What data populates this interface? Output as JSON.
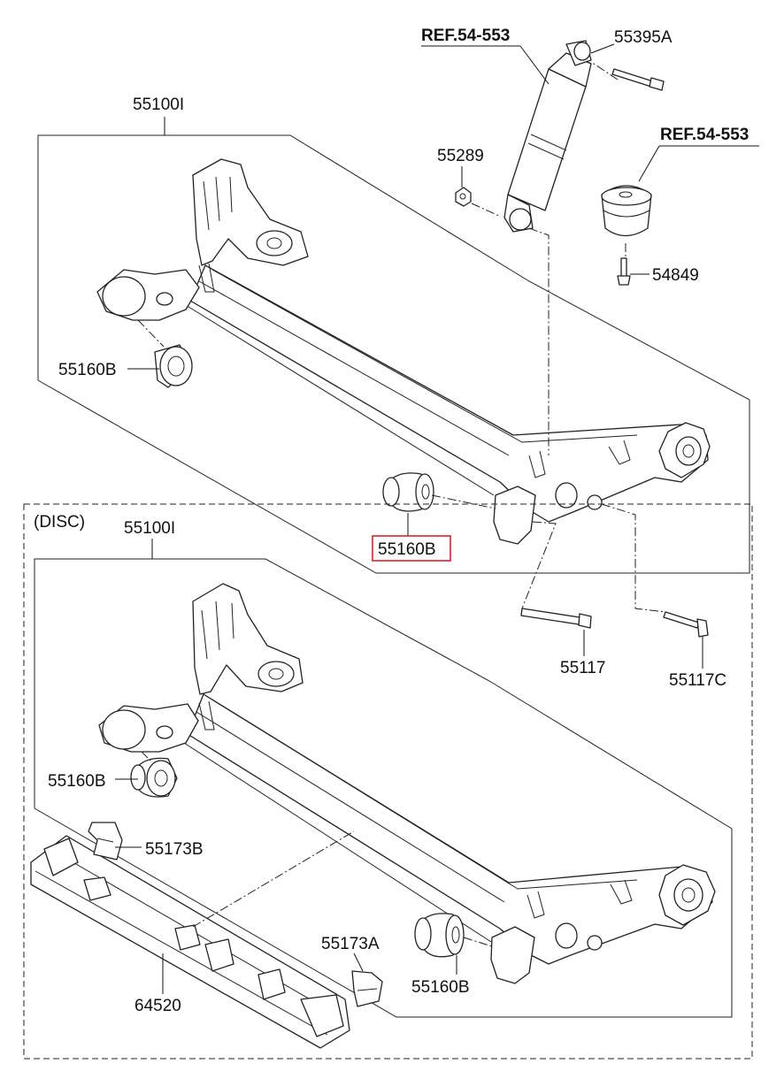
{
  "diagram": {
    "top_assembly": {
      "main_label": "55100I",
      "ref_shock": "REF.54-553",
      "ref_mount": "REF.54-553",
      "bolt_top": "55395A",
      "nut": "55289",
      "bolt_mount": "54849",
      "bushing_front": "55160B",
      "bushing_rear_highlighted": "55160B",
      "bolt_a": "55117",
      "bolt_b": "55117C"
    },
    "disc_assembly": {
      "section_label": "(DISC)",
      "main_label": "55100I",
      "bushing_front": "55160B",
      "bushing_rear": "55160B",
      "bracket_b": "55173B",
      "bracket_a": "55173A",
      "under_cover": "64520"
    },
    "highlight_color": "#e0202a"
  }
}
